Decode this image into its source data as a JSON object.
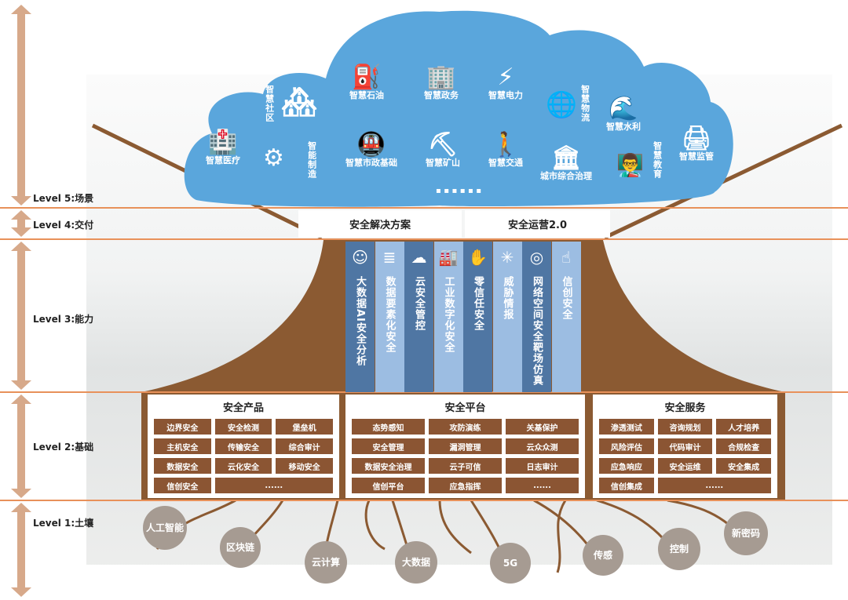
{
  "levels": [
    {
      "label": "Level 5:场景"
    },
    {
      "label": "Level 4:交付"
    },
    {
      "label": "Level 3:能力"
    },
    {
      "label": "Level 2:基础"
    },
    {
      "label": "Level 1:土壤"
    }
  ],
  "colors": {
    "cloud": "#5aa6dc",
    "trunk": "#8b5a32",
    "col_dark": "#4f76a3",
    "col_light": "#9cbde2",
    "cell": "#8b5533",
    "root": "#a69b92",
    "level_line": "#e8915a"
  },
  "scenes": [
    {
      "label": "智慧医疗",
      "icon": "hospital-icon",
      "glyph": "🏥"
    },
    {
      "label": "智慧社区",
      "icon": "community-icon",
      "glyph": "🏘"
    },
    {
      "label": "智能制造",
      "icon": "robot-arm-icon",
      "glyph": "⚙"
    },
    {
      "label": "智慧石油",
      "icon": "oil-pump-icon",
      "glyph": "⛽"
    },
    {
      "label": "智慧市政基础",
      "icon": "train-icon",
      "glyph": "🚇"
    },
    {
      "label": "智慧政务",
      "icon": "building-icon",
      "glyph": "🏢"
    },
    {
      "label": "智慧矿山",
      "icon": "mine-cart-icon",
      "glyph": "⛏"
    },
    {
      "label": "智慧电力",
      "icon": "power-tower-icon",
      "glyph": "⚡"
    },
    {
      "label": "智慧交通",
      "icon": "pedestrian-icon",
      "glyph": "🚶"
    },
    {
      "label": "智慧物流",
      "icon": "globe-pin-icon",
      "glyph": "🌐"
    },
    {
      "label": "城市综合治理",
      "icon": "government-icon",
      "glyph": "🏛"
    },
    {
      "label": "智慧水利",
      "icon": "dam-icon",
      "glyph": "🌊"
    },
    {
      "label": "智慧教育",
      "icon": "teacher-icon",
      "glyph": "👨‍🏫"
    },
    {
      "label": "智慧监管",
      "icon": "register-icon",
      "glyph": "🖨"
    }
  ],
  "cloud_more": "▪ ▪ ▪ ▪ ▪ ▪",
  "delivery": [
    "安全解决方案",
    "安全运营2.0"
  ],
  "capabilities": [
    {
      "label": "大数据AI安全分析",
      "icon": "ai-head-icon",
      "glyph": "☺"
    },
    {
      "label": "数据要素化安全",
      "icon": "database-icon",
      "glyph": "≣"
    },
    {
      "label": "云安全管控",
      "icon": "cloud-upload-icon",
      "glyph": "☁"
    },
    {
      "label": "工业数字化安全",
      "icon": "factory-icon",
      "glyph": "🏭"
    },
    {
      "label": "零信任安全",
      "icon": "handshake-icon",
      "glyph": "✋"
    },
    {
      "label": "威胁情报",
      "icon": "network-icon",
      "glyph": "✳"
    },
    {
      "label": "网络空间安全靶场仿真",
      "icon": "target-globe-icon",
      "glyph": "◎"
    },
    {
      "label": "信创安全",
      "icon": "presenter-icon",
      "glyph": "☝"
    }
  ],
  "foundation": [
    {
      "title": "安全产品",
      "cells": [
        "边界安全",
        "安全检测",
        "堡垒机",
        "主机安全",
        "传输安全",
        "综合审计",
        "数据安全",
        "云化安全",
        "移动安全",
        "信创安全",
        "......"
      ]
    },
    {
      "title": "安全平台",
      "cells": [
        "态势感知",
        "攻防演练",
        "关基保护",
        "安全管理",
        "漏洞管理",
        "云众众测",
        "数据安全治理",
        "云子可信",
        "日志审计",
        "信创平台",
        "应急指挥",
        "......"
      ]
    },
    {
      "title": "安全服务",
      "cells": [
        "渗透测试",
        "咨询规划",
        "人才培养",
        "风险评估",
        "代码审计",
        "合规检查",
        "应急响应",
        "安全运维",
        "安全集成",
        "信创集成",
        "......"
      ]
    }
  ],
  "soil": [
    "人工智能",
    "区块链",
    "云计算",
    "大数据",
    "5G",
    "传感",
    "控制",
    "新密码"
  ]
}
